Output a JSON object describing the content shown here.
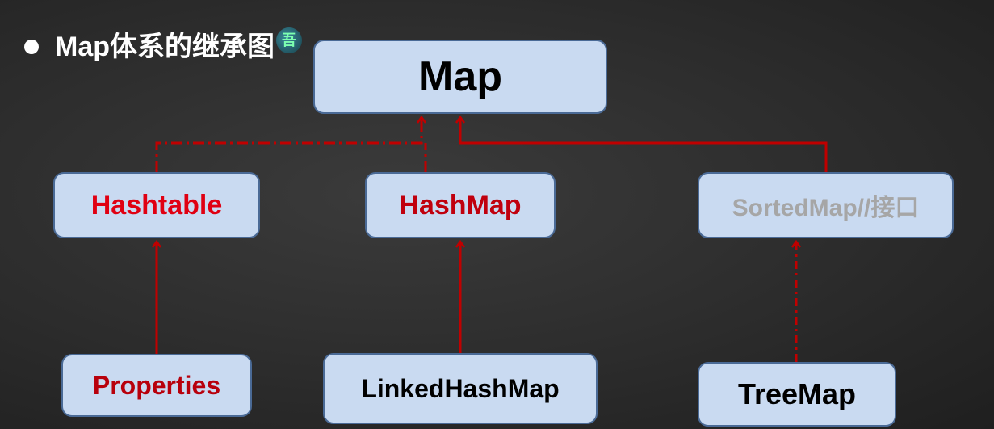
{
  "title": "Map体系的继承图",
  "badge": "吾",
  "nodes": {
    "map": "Map",
    "hashtable": "Hashtable",
    "hashmap": "HashMap",
    "sortedmap": "SortedMap//接口",
    "properties": "Properties",
    "linkedhashmap": "LinkedHashMap",
    "treemap": "TreeMap"
  },
  "colors": {
    "background": "#2c2c2c",
    "box_fill": "#c9daf1",
    "box_border": "#4a6a96",
    "arrow": "#c00000"
  },
  "edges": [
    {
      "from": "hashtable",
      "to": "map",
      "style": "dashed",
      "relation": "implements"
    },
    {
      "from": "hashmap",
      "to": "map",
      "style": "dashed",
      "relation": "implements"
    },
    {
      "from": "sortedmap",
      "to": "map",
      "style": "solid",
      "relation": "extends"
    },
    {
      "from": "properties",
      "to": "hashtable",
      "style": "solid",
      "relation": "extends"
    },
    {
      "from": "linkedhashmap",
      "to": "hashmap",
      "style": "solid",
      "relation": "extends"
    },
    {
      "from": "treemap",
      "to": "sortedmap",
      "style": "dashed",
      "relation": "implements"
    }
  ]
}
